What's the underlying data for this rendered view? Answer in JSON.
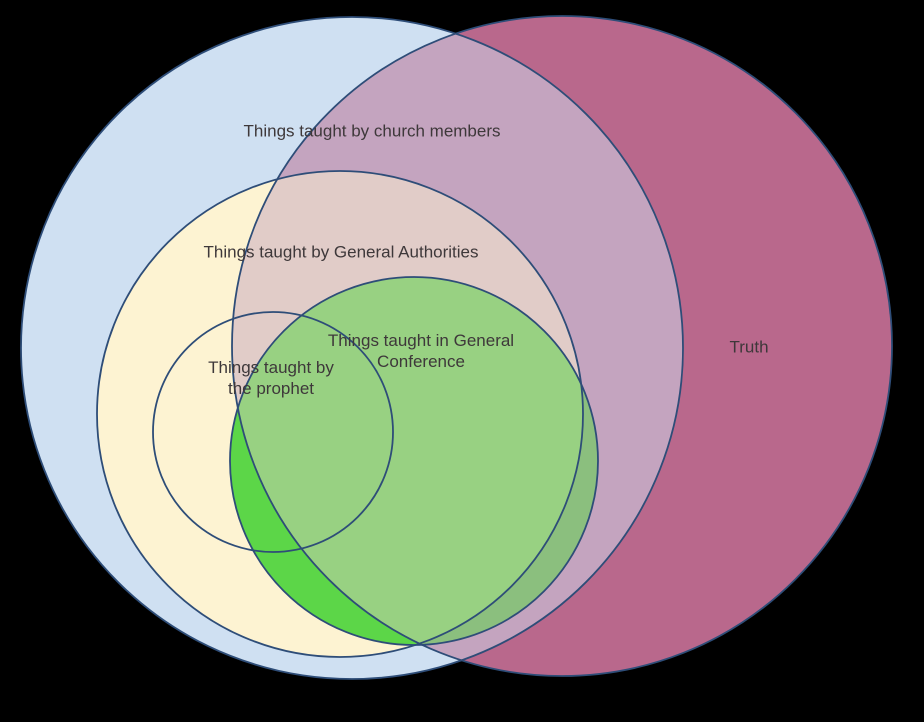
{
  "background_color": "#000000",
  "diagram": {
    "type": "venn",
    "stroke_color": "#2e4d78",
    "text_color": "#3e383a",
    "sets": [
      {
        "id": "church-members",
        "label": "Things taught by church members",
        "color": "#cfe0f2"
      },
      {
        "id": "general-authorities",
        "label": "Things taught by General Authorities",
        "color": "#fdf3d2"
      },
      {
        "id": "general-conference",
        "label": "Things taught in General\nConference",
        "color": "#5cd648"
      },
      {
        "id": "prophet",
        "label": "Things taught by\nthe prophet",
        "color": "none"
      },
      {
        "id": "truth",
        "label": "Truth",
        "color": "#b9688c"
      }
    ]
  }
}
